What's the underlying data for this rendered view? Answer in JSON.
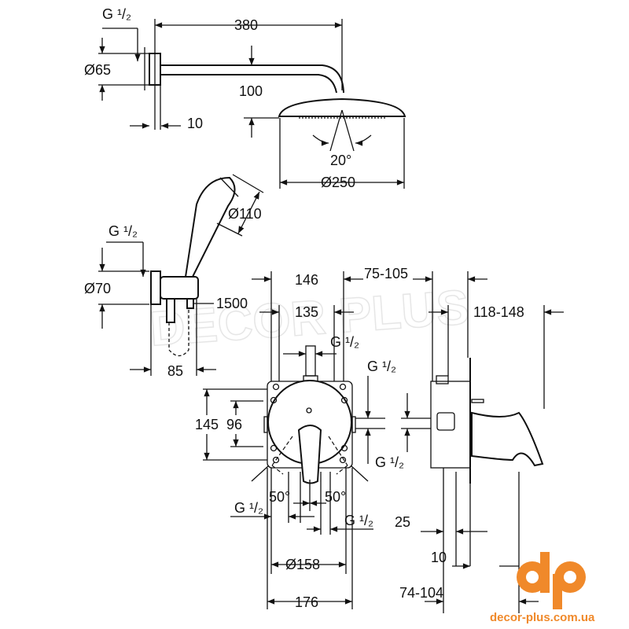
{
  "watermark": "DECOR PLUS",
  "brand": {
    "logo_text": "dp",
    "url": "decor-plus.com.ua",
    "color": "#f0892a"
  },
  "dimensions": {
    "head_thread": "G ¹/₂",
    "arm_length": "380",
    "wall_plate_dia": "Ø65",
    "arm_drop": "100",
    "plate_depth": "10",
    "spray_angle": "20°",
    "head_dia": "Ø250",
    "hand_shower_dia": "Ø110",
    "hand_thread": "G ¹/₂",
    "elbow_dia": "Ø70",
    "hose_length": "1500",
    "elbow_depth": "85",
    "plate_width": "146",
    "box_width": "135",
    "top_thread": "G ¹/₂",
    "side_thread_top": "G ¹/₂",
    "side_thread_bottom": "G ¹/₂",
    "install_depth": "75-105",
    "total_depth": "118-148",
    "plate_height": "145",
    "box_height": "96",
    "angle_left": "50°",
    "angle_right": "50°",
    "bottom_thread_left": "G ¹/₂",
    "bottom_thread_right": "G ¹/₂",
    "rosette_dia": "Ø158",
    "overall_width": "176",
    "wall_offset": "25",
    "plate_thickness": "10",
    "range_depth": "74-104"
  }
}
